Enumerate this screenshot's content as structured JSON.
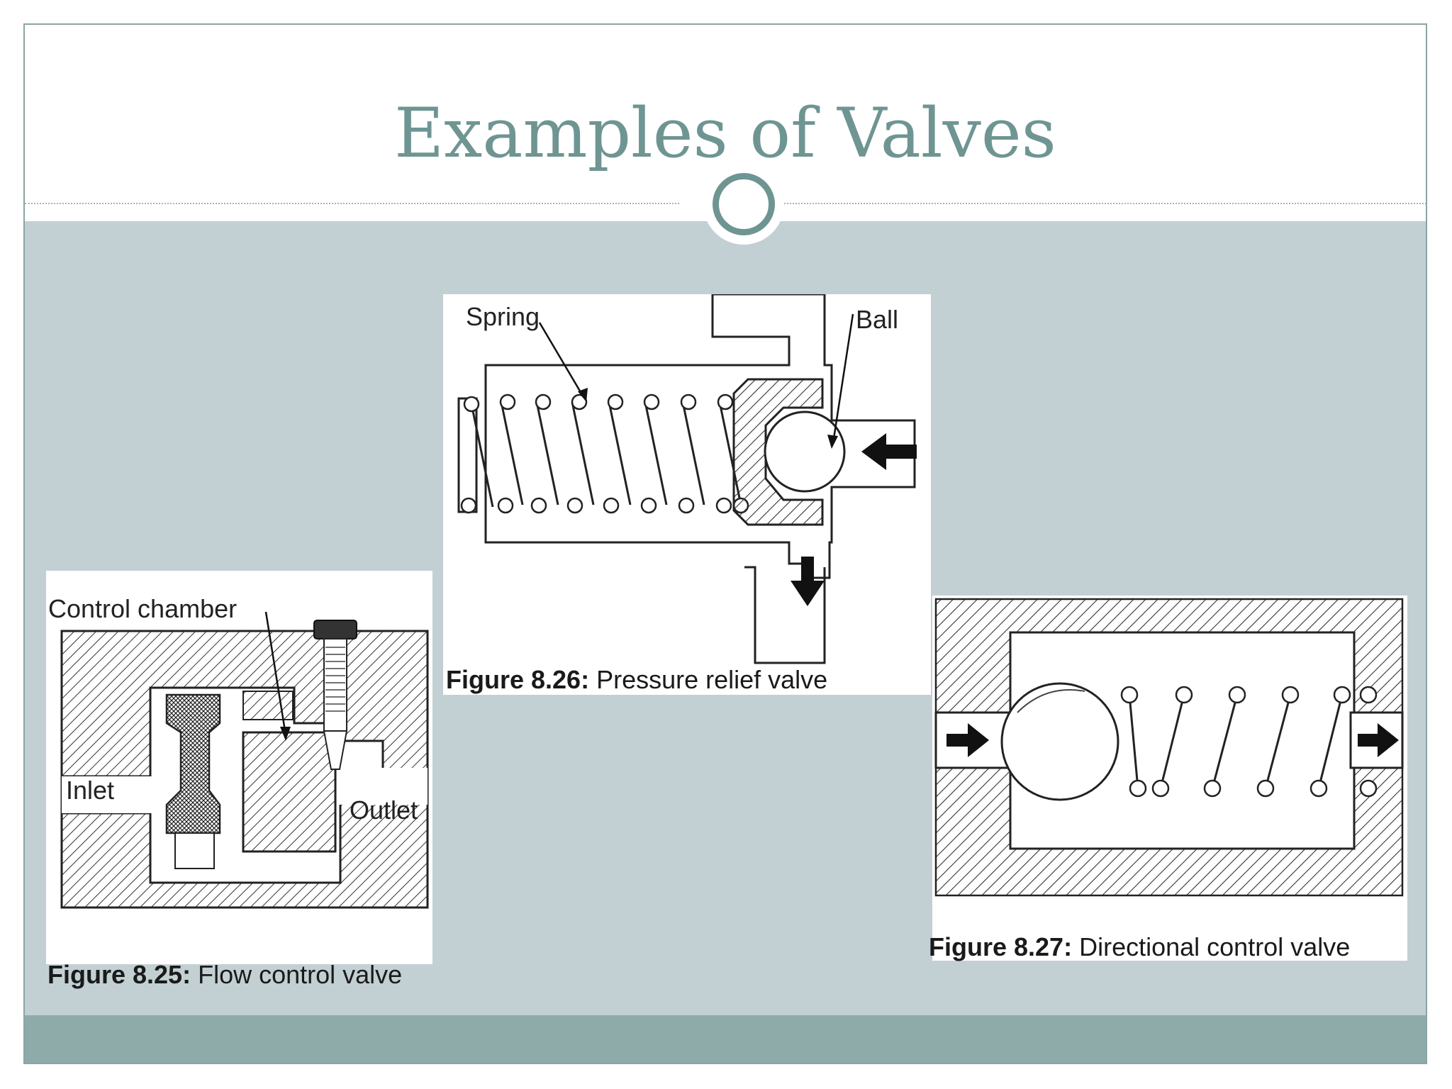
{
  "slide": {
    "title": "Examples of Valves"
  },
  "figures": [
    {
      "id": "8.25",
      "caption_number": "Figure 8.25:",
      "caption_text": "Flow control valve",
      "labels": {
        "control_chamber": "Control chamber",
        "inlet": "Inlet",
        "outlet": "Outlet"
      }
    },
    {
      "id": "8.26",
      "caption_number": "Figure 8.26:",
      "caption_text": "Pressure relief valve",
      "labels": {
        "spring": "Spring",
        "ball": "Ball"
      }
    },
    {
      "id": "8.27",
      "caption_number": "Figure 8.27:",
      "caption_text": "Directional control valve",
      "labels": {}
    }
  ],
  "colors": {
    "title": "#6f9593",
    "content_background": "#c3d0d3",
    "footer": "#8eaba9",
    "frame": "#8aa5a4"
  }
}
